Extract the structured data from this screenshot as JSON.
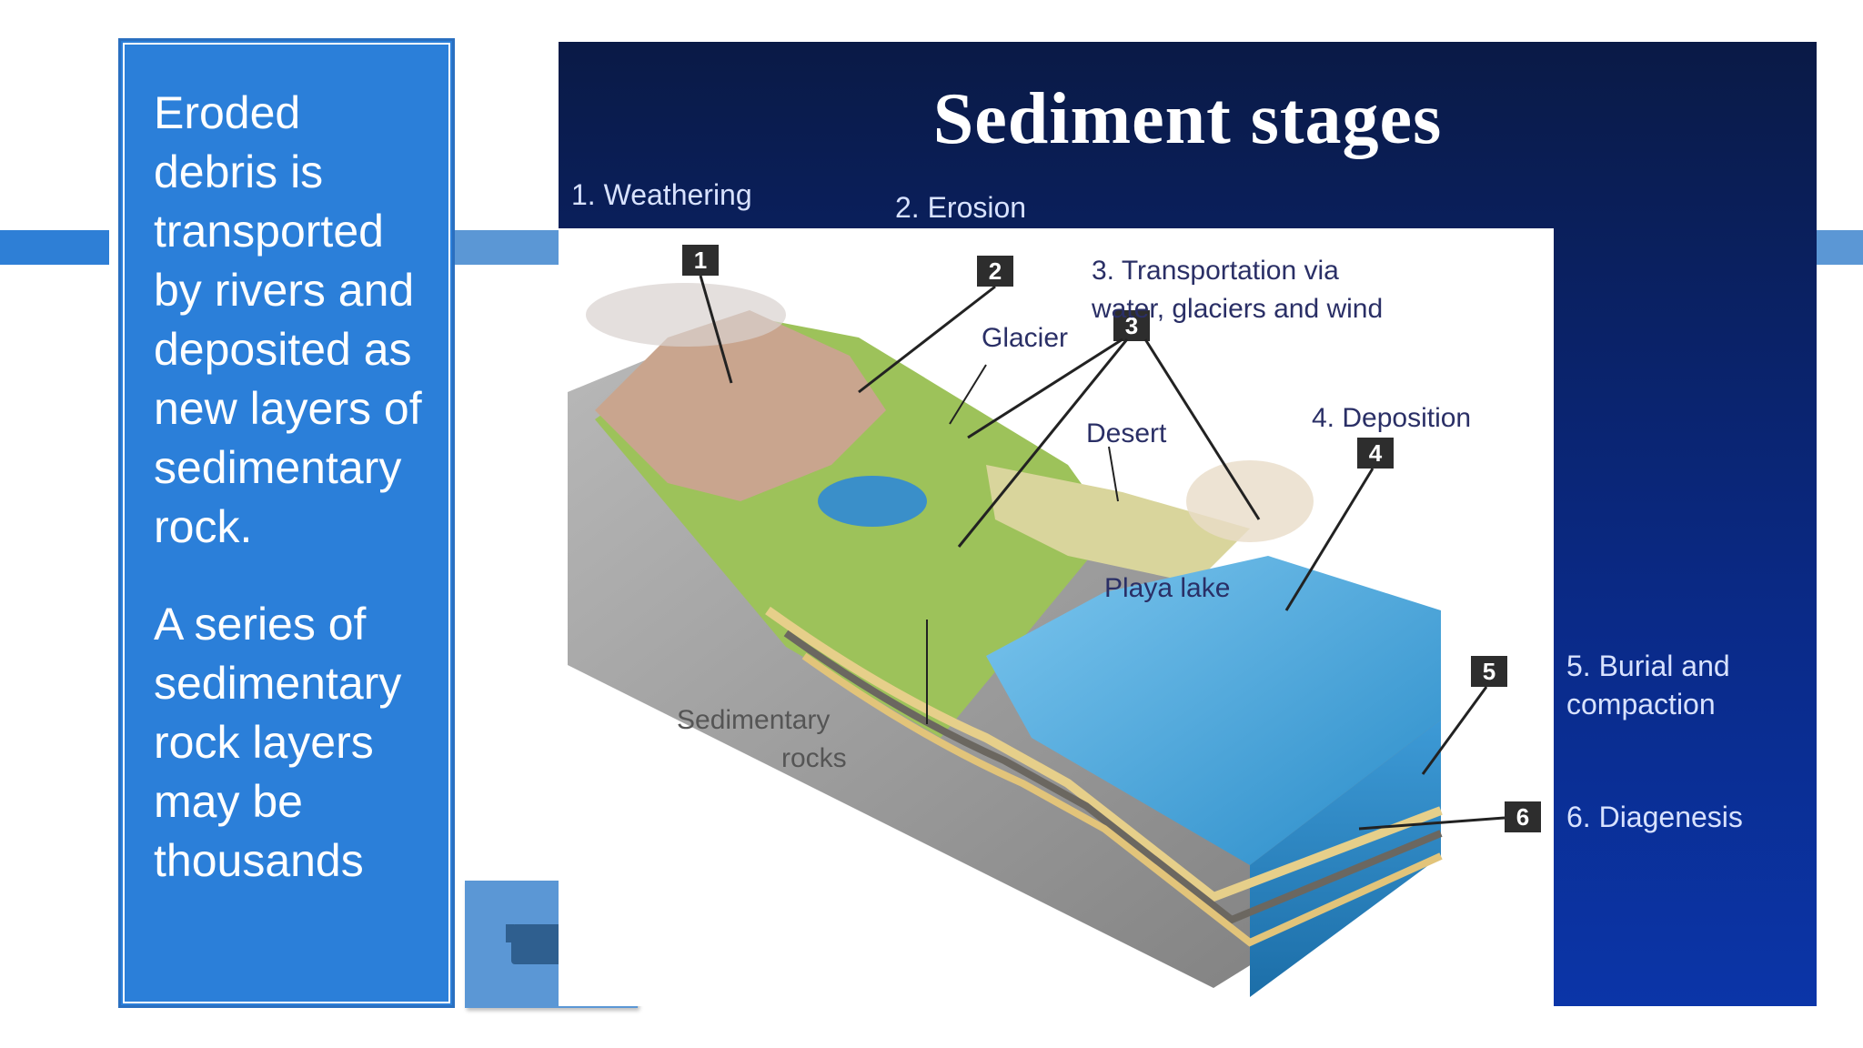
{
  "slide": {
    "paragraphs": [
      "Eroded debris is transported by rivers and deposited as new layers of sedimentary rock.",
      "A series of sedimentary rock layers may be thousands"
    ],
    "media_icon": "video-camera-icon"
  },
  "figure": {
    "title": "Sediment stages",
    "stages": {
      "weathering": "1. Weathering",
      "erosion": "2. Erosion",
      "transportation_line1": "3. Transportation via",
      "transportation_line2": "water, glaciers and wind",
      "deposition": "4. Deposition",
      "burial_line1": "5. Burial and",
      "burial_line2": "compaction",
      "diagenesis": "6. Diagenesis"
    },
    "features": {
      "glacier": "Glacier",
      "desert": "Desert",
      "playa_lake": "Playa lake",
      "sedimentary_line1": "Sedimentary",
      "sedimentary_line2": "rocks"
    },
    "markers": [
      "1",
      "2",
      "3",
      "4",
      "5",
      "6"
    ]
  }
}
